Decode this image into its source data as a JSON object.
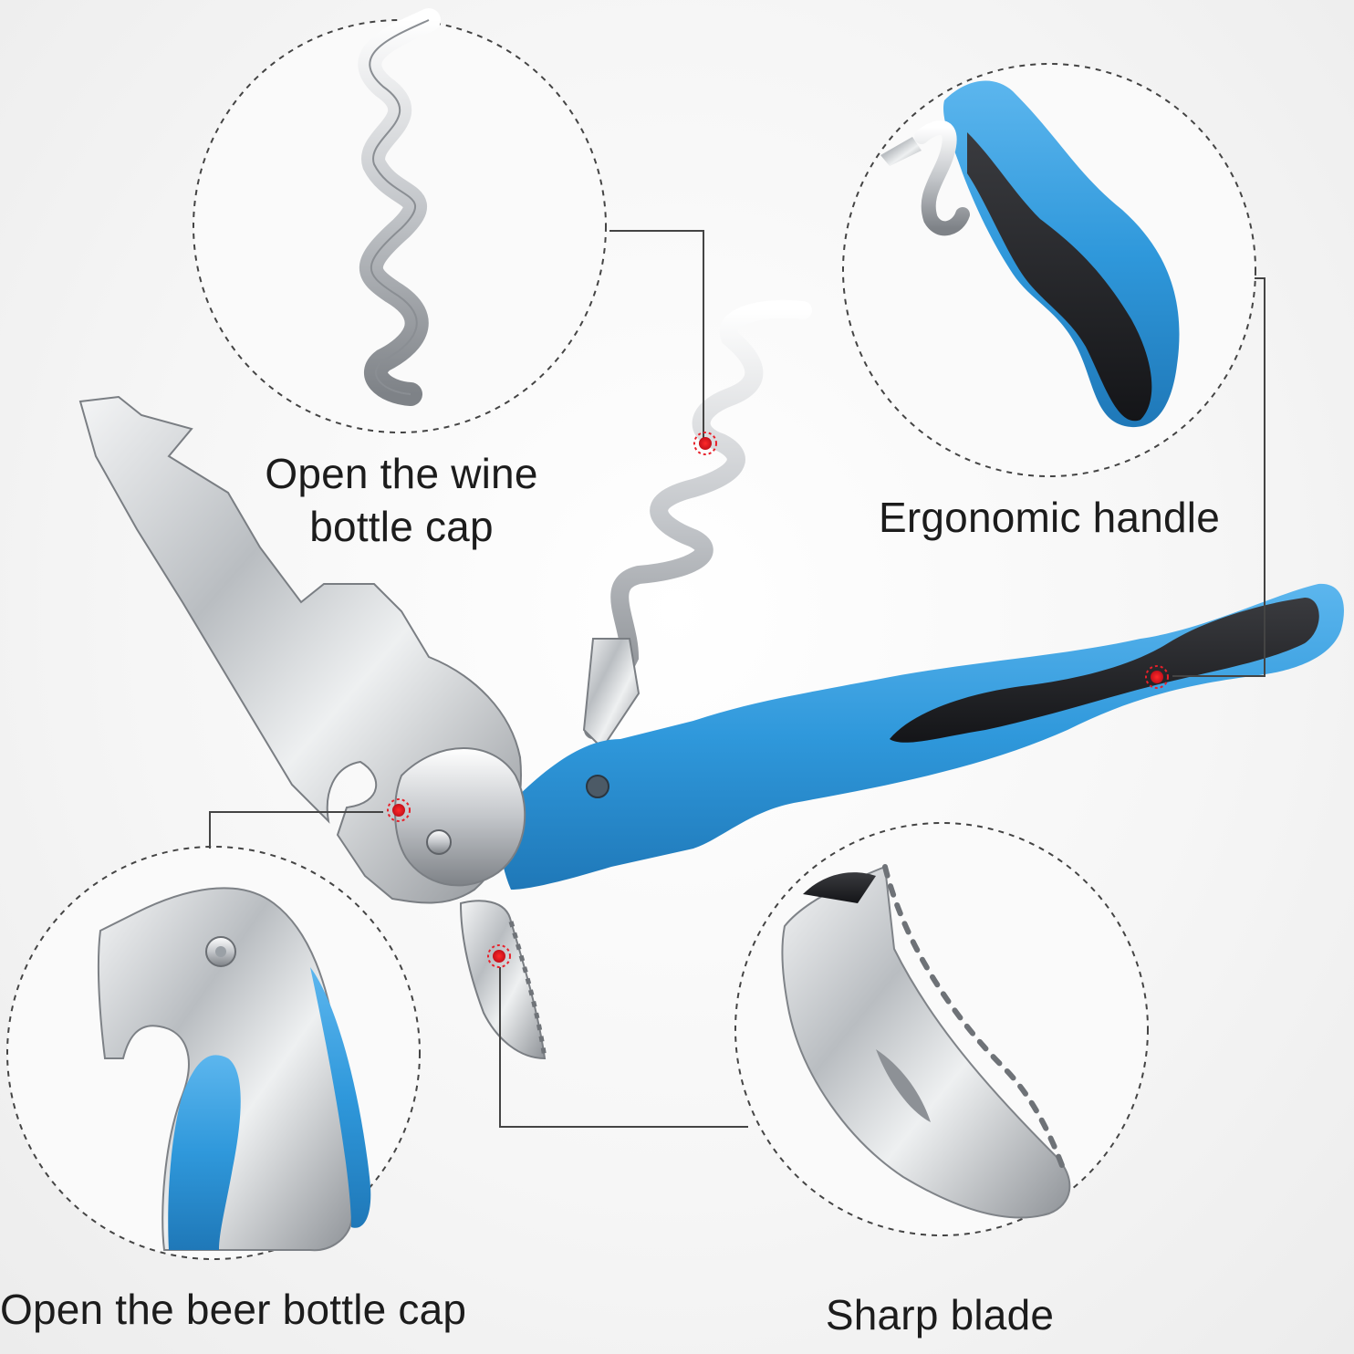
{
  "captions": {
    "wine_line1": "Open the wine",
    "wine_line2": "bottle cap",
    "handle": "Ergonomic handle",
    "beer": "Open the beer bottle cap",
    "blade": "Sharp blade"
  },
  "colors": {
    "handle_blue": "#2f98db",
    "handle_black": "#1e1f22",
    "steel": "#d4d7da",
    "marker_red": "#e8202a"
  }
}
